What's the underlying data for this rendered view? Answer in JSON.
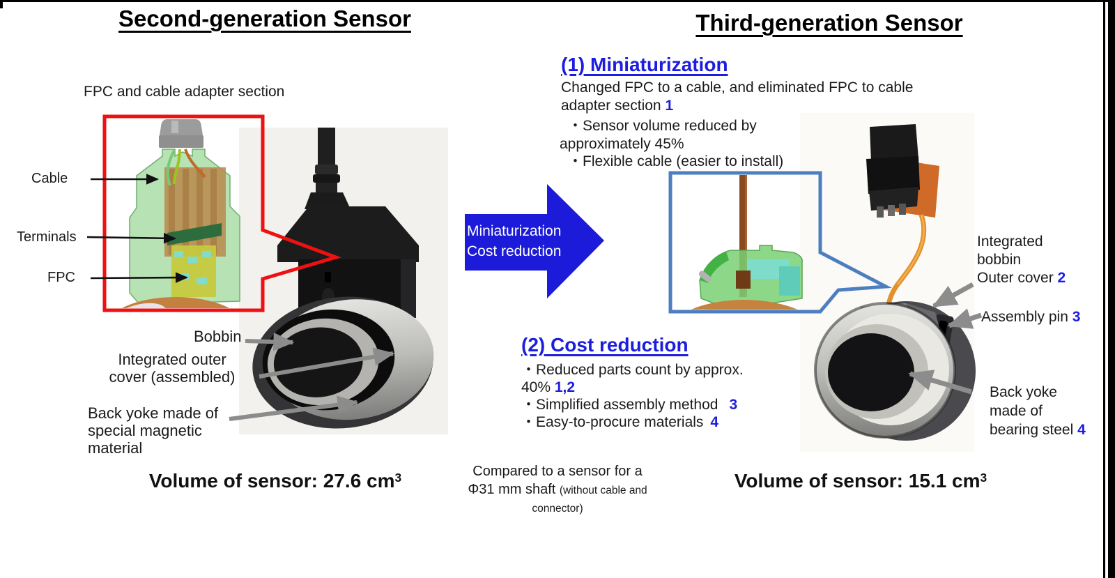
{
  "left": {
    "title": "Second-generation Sensor",
    "caption": "FPC and cable adapter section",
    "cad_labels": {
      "cable": "Cable",
      "terminals": "Terminals",
      "fpc": "FPC"
    },
    "photo_labels": {
      "bobbin": "Bobbin",
      "outer_l1": "Integrated outer",
      "outer_l2": "cover (assembled)",
      "yoke_l1": "Back yoke made of",
      "yoke_l2": "special magnetic",
      "yoke_l3": "material"
    },
    "volume_text": "Volume of sensor: 27.6 cm",
    "volume_exp": "3"
  },
  "middle": {
    "arrow_l1": "Miniaturization",
    "arrow_l2": "Cost reduction",
    "note_l1": "Compared to a sensor for a",
    "note_l2_big": "Φ31 mm shaft ",
    "note_l2_small": "(without cable and",
    "note_l3_small": "connector)"
  },
  "right": {
    "title": "Third-generation Sensor",
    "sec1": {
      "heading": "(1) Miniaturization",
      "l1": "Changed FPC to a cable, and eliminated FPC to cable",
      "l2": "adapter section ",
      "l2_ref": "1",
      "b1a": "・Sensor volume reduced by",
      "b1b": "approximately 45%",
      "b2": "・Flexible cable (easier to install)"
    },
    "sec2": {
      "heading": "(2) Cost reduction",
      "b1a": "・Reduced parts count by approx.",
      "b1b": "40% ",
      "b1_ref": "1,2",
      "b2": "・Simplified assembly method",
      "b2_ref": "3",
      "b3": "・Easy-to-procure materials",
      "b3_ref": "4"
    },
    "photo_labels": {
      "int_l1": "Integrated",
      "int_l2": "bobbin",
      "int_l3": "Outer cover ",
      "int_ref": "2",
      "pin": "Assembly pin ",
      "pin_ref": "3",
      "yoke_l1": "Back yoke",
      "yoke_l2": "made of",
      "yoke_l3": "bearing steel ",
      "yoke_ref": "4"
    },
    "volume_text": "Volume of sensor: 15.1 cm",
    "volume_exp": "3"
  },
  "colors": {
    "accent_blue": "#1d1de0",
    "process_arrow_blue": "#1b1bd9",
    "callout_blue": "#4d7ebf",
    "callout_red": "#ee1111",
    "label_arrow_gray": "#8c8c8c"
  }
}
